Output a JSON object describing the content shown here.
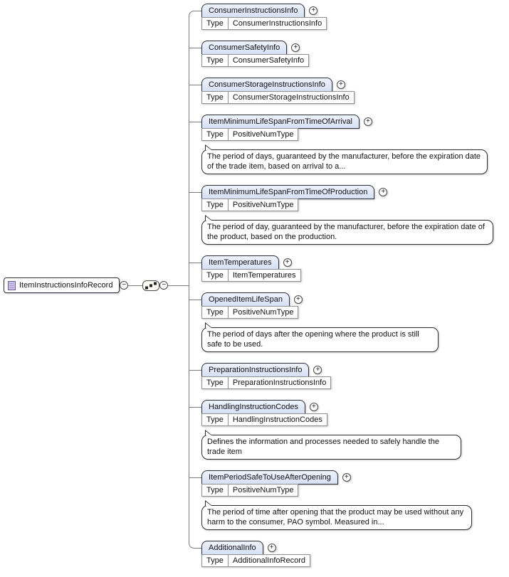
{
  "diagram": {
    "root": {
      "label": "ItemInstructionsInfoRecord"
    },
    "compositor": "sequence",
    "type_label": "Type",
    "expand_symbol": "+",
    "collapse_symbol": "−",
    "colors": {
      "node_header_fill": "#d9e2f6",
      "node_border": "#2f2f3a",
      "type_row_border": "#909090",
      "connector_line": "#7c7c7c",
      "element_icon_fill": "#cdc1e8",
      "element_icon_border": "#6a5c96",
      "background": "#ffffff"
    },
    "children": [
      {
        "name": "ConsumerInstructionsInfo",
        "type": "ConsumerInstructionsInfo",
        "expandable": true,
        "annotation": null
      },
      {
        "name": "ConsumerSafetyInfo",
        "type": "ConsumerSafetyInfo",
        "expandable": true,
        "annotation": null
      },
      {
        "name": "ConsumerStorageInstructionsInfo",
        "type": "ConsumerStorageInstructionsInfo",
        "expandable": true,
        "annotation": null
      },
      {
        "name": "ItemMinimumLifeSpanFromTimeOfArrival",
        "type": "PositiveNumType",
        "expandable": true,
        "annotation": "The period of days, guaranteed by the manufacturer, before the expiration date of the trade item, based on arrival to a..."
      },
      {
        "name": "ItemMinimumLifeSpanFromTimeOfProduction",
        "type": "PositiveNumType",
        "expandable": true,
        "annotation": "The period of day, guaranteed by the manufacturer, before the expiration date of the product, based on the production."
      },
      {
        "name": "ItemTemperatures",
        "type": "ItemTemperatures",
        "expandable": true,
        "annotation": null
      },
      {
        "name": "OpenedItemLifeSpan",
        "type": "PositiveNumType",
        "expandable": true,
        "annotation": "The period of days after the opening where the product is still safe to be used."
      },
      {
        "name": "PreparationInstructionsInfo",
        "type": "PreparationInstructionsInfo",
        "expandable": true,
        "annotation": null
      },
      {
        "name": "HandlingInstructionCodes",
        "type": "HandlingInstructionCodes",
        "expandable": true,
        "annotation": "Defines the information and processes needed to safely handle the trade item"
      },
      {
        "name": "ItemPeriodSafeToUseAfterOpening",
        "type": "PositiveNumType",
        "expandable": true,
        "annotation": "The period of time after opening that the product may be used without any harm to the consumer, PAO symbol. Measured in..."
      },
      {
        "name": "AdditionalInfo",
        "type": "AdditionalInfoRecord",
        "expandable": true,
        "annotation": null
      }
    ]
  }
}
